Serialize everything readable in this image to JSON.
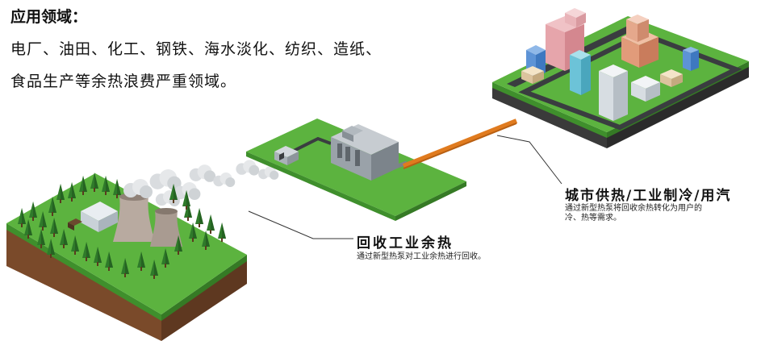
{
  "intro": {
    "heading": "应用领域：",
    "line1": "电厂、油田、化工、钢铁、海水淡化、纺织、造纸、",
    "line2": "食品生产等余热浪费严重领域。"
  },
  "captions": {
    "recovery": {
      "title": "回收工业余热",
      "desc": "通过新型热泵对工业余热进行回收。"
    },
    "city": {
      "title": "城市供热/工业制冷/用汽",
      "desc": "通过新型热泵将回收余热转化为用户的冷、热等需求。"
    }
  },
  "colors": {
    "grass_top": "#5cb33f",
    "grass_side": "#3f8f2c",
    "soil_front": "#7a4a2a",
    "soil_side": "#5e3820",
    "road_dark": "#3a3d40",
    "pipe_orange": "#e07b1f",
    "pipe_grey": "#7b8288"
  },
  "icons": [
    "cooling-tower-icon",
    "smoke-cloud-icon",
    "tree-icon",
    "heat-pump-unit-icon",
    "building-icon",
    "pipe-icon"
  ]
}
